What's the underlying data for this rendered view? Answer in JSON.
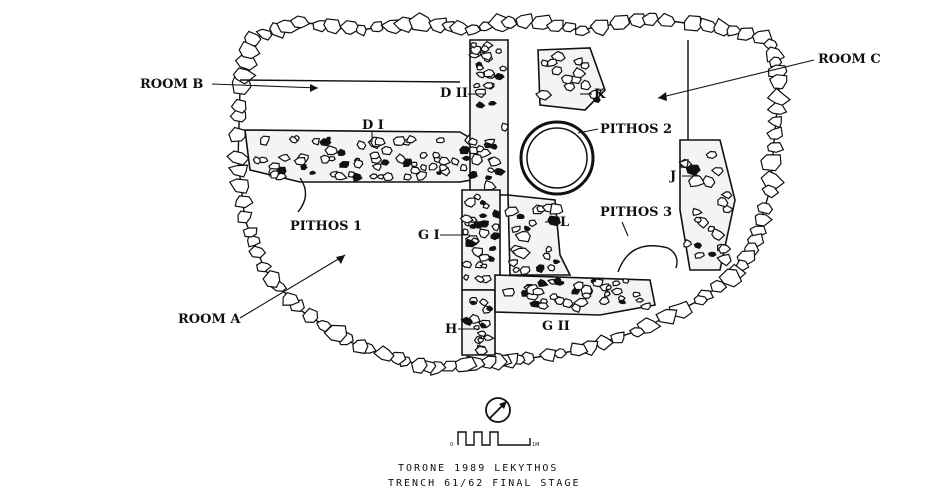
{
  "labels": {
    "room_a": "ROOM A",
    "room_b": "ROOM B",
    "room_c": "ROOM C",
    "d1": "D I",
    "d2": "D II",
    "g1": "G I",
    "g2": "G II",
    "h": "H",
    "j": "J",
    "k": "K",
    "l": "L",
    "pithos1": "PITHOS 1",
    "pithos2": "PITHOS 2",
    "pithos3": "PITHOS 3"
  },
  "scale": {
    "start": "0",
    "end": "1M"
  },
  "caption": {
    "line1": "TORONE    1989    LEKYTHOS",
    "line2": "TRENCH 61/62    FINAL STAGE"
  },
  "icons": {
    "north": "compass-icon"
  }
}
